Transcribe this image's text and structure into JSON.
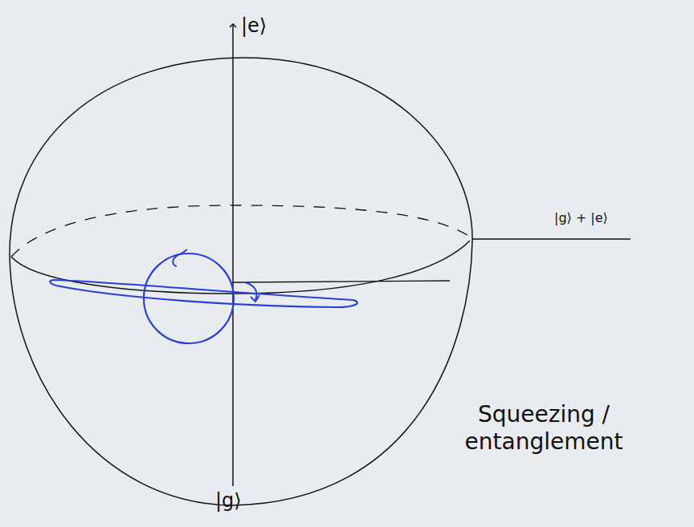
{
  "diagram": {
    "labels": [
      "|e⟩",
      "|g⟩ + |e⟩",
      "|g⟩",
      "Squeezing / entanglement"
    ]
  }
}
